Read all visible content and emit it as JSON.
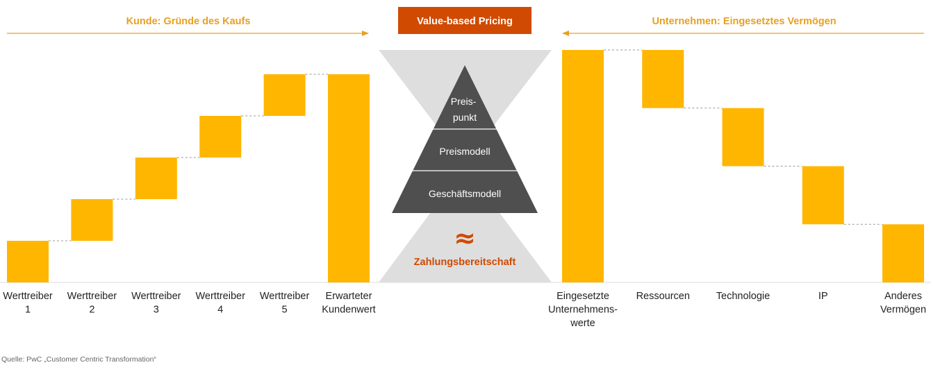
{
  "colors": {
    "accent_orange": "#e8a020",
    "bar_yellow": "#ffb600",
    "brand_red": "#d04a02",
    "pyramid_gray": "#4f4f4f",
    "funnel_gray": "#dedede",
    "connector_gray": "#999999"
  },
  "left_header": "Kunde: Gründe des Kaufs",
  "center_header": "Value-based Pricing",
  "right_header": "Unternehmen: Eingesetztes Vermögen",
  "pyramid": {
    "top": [
      "Preis-",
      "punkt"
    ],
    "middle": "Preismodell",
    "bottom": "Geschäftsmodell"
  },
  "approx_symbol": "≈",
  "willingness_label": "Zahlungsbereitschaft",
  "source": "Quelle: PwC „Customer Centric Transformation“",
  "chart_data": [
    {
      "type": "waterfall",
      "title": "Kunde: Gründe des Kaufs",
      "direction": "increasing",
      "categories": [
        [
          "Werttreiber",
          "1"
        ],
        [
          "Werttreiber",
          "2"
        ],
        [
          "Werttreiber",
          "3"
        ],
        [
          "Werttreiber",
          "4"
        ],
        [
          "Werttreiber",
          "5"
        ],
        [
          "Erwarteter",
          "Kundenwert"
        ]
      ],
      "steps": [
        1,
        1,
        1,
        1,
        1
      ],
      "total": 5,
      "ylim": [
        0,
        5
      ],
      "axis_values": false
    },
    {
      "type": "waterfall",
      "title": "Unternehmen: Eingesetztes Vermögen",
      "direction": "decreasing",
      "categories": [
        [
          "Eingesetzte",
          "Unternehmens-",
          "werte"
        ],
        [
          "Ressourcen"
        ],
        [
          "Technologie"
        ],
        [
          "IP"
        ],
        [
          "Anderes",
          "Vermögen"
        ]
      ],
      "total": 4,
      "steps": [
        1,
        1,
        1,
        1
      ],
      "ylim": [
        0,
        4
      ],
      "axis_values": false
    }
  ]
}
